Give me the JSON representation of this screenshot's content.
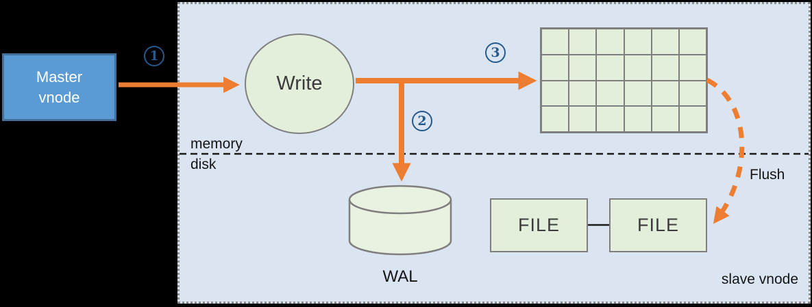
{
  "title": "vnode write flow diagram",
  "colors": {
    "background": "#000000",
    "panel_bg": "#DBE5F1",
    "panel_border": "#8C8C8C",
    "master_fill": "#5B9BD5",
    "master_border": "#41719C",
    "node_green": "#E4EFDB",
    "node_stroke": "#7F7F7F",
    "arrow_orange": "#ED7D31",
    "step_blue": "#25598C",
    "dark_text": "#3B3B3B"
  },
  "master_node": {
    "line1": "Master",
    "line2": "vnode"
  },
  "write_node": {
    "label": "Write"
  },
  "steps": [
    {
      "number": "1"
    },
    {
      "number": "2"
    },
    {
      "number": "3"
    }
  ],
  "divider": {
    "memory_label": "memory",
    "disk_label": "disk"
  },
  "grid": {
    "rows": 4,
    "cols": 6
  },
  "wal": {
    "label": "WAL"
  },
  "files": [
    {
      "label": "FILE"
    },
    {
      "label": "FILE"
    }
  ],
  "flush_label": "Flush",
  "slave_label": "slave vnode"
}
